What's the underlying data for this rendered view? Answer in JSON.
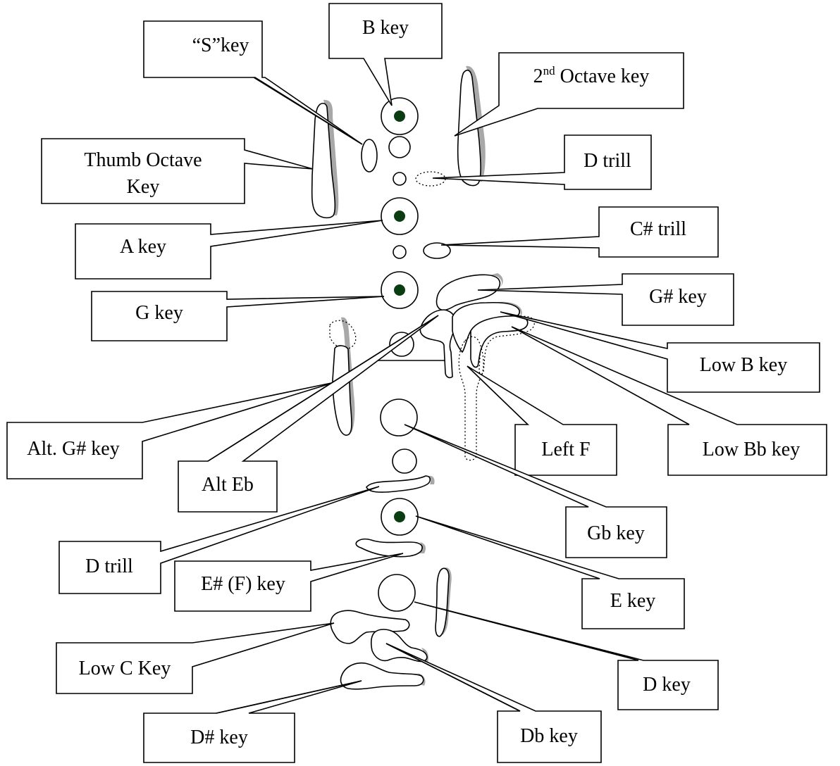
{
  "labels": {
    "s_key": "“S”key",
    "b_key": "B key",
    "second_octave_main": "2",
    "second_octave_sup": "nd",
    "second_octave_rest": " Octave key",
    "thumb_octave_line1": "Thumb Octave",
    "thumb_octave_line2": "Key",
    "d_trill_upper": "D trill",
    "a_key": "A key",
    "c_sharp_trill": "C# trill",
    "g_key": "G key",
    "g_sharp_key": "G# key",
    "low_b_key": "Low B key",
    "alt_g_sharp_key": "Alt. G# key",
    "alt_eb": "Alt Eb",
    "left_f": "Left F",
    "low_bb_key": "Low Bb key",
    "gb_key": "Gb key",
    "d_trill_lower": "D trill",
    "e_sharp_f_key": "E# (F) key",
    "e_key": "E key",
    "low_c_key": "Low C Key",
    "d_key": "D key",
    "d_sharp_key": "D# key",
    "db_key": "Db key"
  },
  "colors": {
    "pad": "#0b3d12",
    "shadow": "#a8a8a8",
    "outline": "#000000"
  }
}
